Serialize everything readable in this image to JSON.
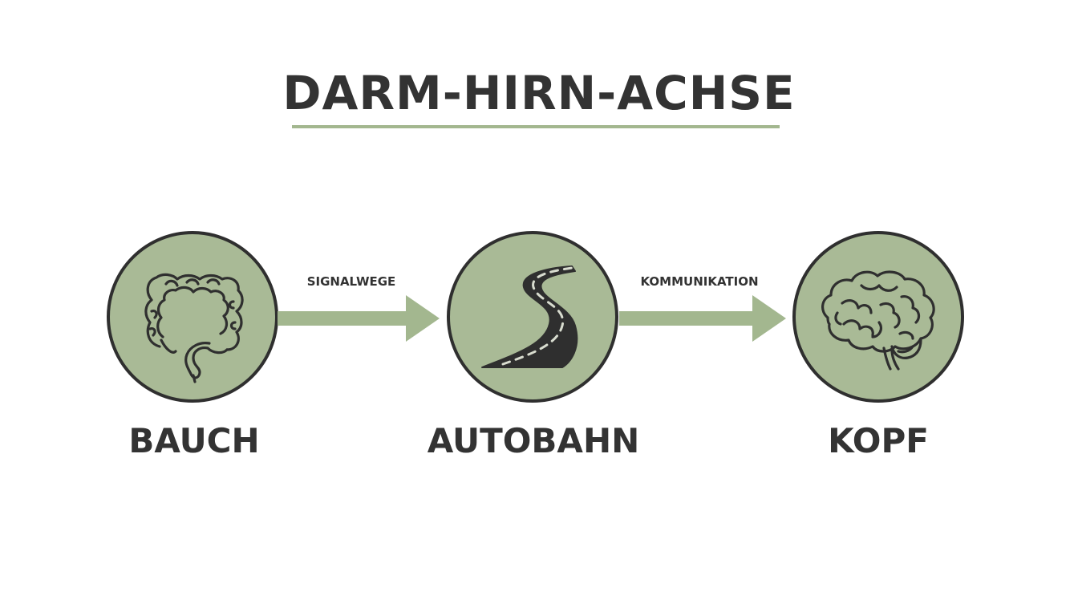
{
  "title": "DARM-HIRN-ACHSE",
  "colors": {
    "node_fill": "#a9ba96",
    "node_stroke": "#2f2f2f",
    "arrow": "#a3b78f",
    "text": "#333333",
    "title_rule": "#a3b78f"
  },
  "nodes": [
    {
      "id": "bauch",
      "label": "BAUCH",
      "icon": "intestine-icon"
    },
    {
      "id": "autobahn",
      "label": "AUTOBAHN",
      "icon": "road-icon"
    },
    {
      "id": "kopf",
      "label": "KOPF",
      "icon": "brain-icon"
    }
  ],
  "edges": [
    {
      "from": "bauch",
      "to": "autobahn",
      "label": "SIGNALWEGE"
    },
    {
      "from": "autobahn",
      "to": "kopf",
      "label": "KOMMUNIKATION"
    }
  ]
}
